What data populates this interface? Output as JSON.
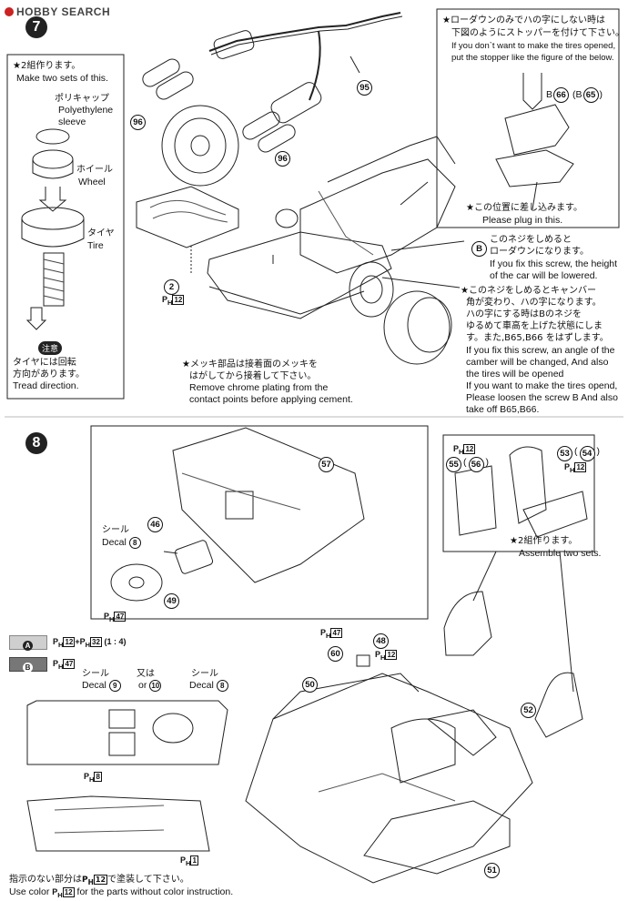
{
  "watermark": {
    "brand": "HOBBY SEARCH"
  },
  "step7": {
    "number": "7",
    "make_two_jp": "★2組作ります。",
    "make_two_en": "Make two sets of this.",
    "poly_jp": "ポリキャップ",
    "poly_en1": "Polyethylene",
    "poly_en2": "sleeve",
    "wheel_jp": "ホイール",
    "wheel_en": "Wheel",
    "tire_jp": "タイヤ",
    "tire_en": "Tire",
    "caution_badge": "注意",
    "tread_jp1": "タイヤには回転",
    "tread_jp2": "方向があります。",
    "tread_en": "Tread direction.",
    "part_96a": "96",
    "part_96b": "96",
    "part_95": "95",
    "part_2": "2",
    "ph_2": "P",
    "ph_2_sub": "H",
    "ph_2_num": "12",
    "chrome_jp1": "★メッキ部品は接着面のメッキを",
    "chrome_jp2": "はがしてから接着して下さい。",
    "chrome_en1": "Remove chrome plating from the",
    "chrome_en2": "contact points before applying cement.",
    "lowdown_jp1": "★ローダウンのみでハの字にしない時は",
    "lowdown_jp2": "下図のようにストッパーを付けて下さい。",
    "lowdown_en1": "If you don`t want to make the tires opened,",
    "lowdown_en2": "put the stopper like the figure of the below.",
    "stopper_label": "B",
    "stopper_66": "66",
    "stopper_paren": "(B",
    "stopper_65": "65",
    "stopper_close": ")",
    "plug_jp": "★この位置に差し込みます。",
    "plug_en": "Please plug in this.",
    "screw_b": "B",
    "screw_jp1": "このネジをしめると",
    "screw_jp2": "ローダウンになります。",
    "screw_en1": "If you fix this screw, the height",
    "screw_en2": "of the car will be lowered.",
    "camber_jp1": "★このネジをしめるとキャンバー",
    "camber_jp2": "角が変わり、ハの字になります。",
    "camber_jp3": "ハの字にする時はBのネジを",
    "camber_jp4": "ゆるめて車高を上げた状態にしま",
    "camber_jp5": "す。また,B65,B66 をはずします。",
    "camber_en1": "If you fix this screw, an angle of the",
    "camber_en2": "camber will be changed, And also",
    "camber_en3": "the tires will be opened",
    "camber_en4": "If you want to make the tires opend,",
    "camber_en5": "Please loosen the screw B And also",
    "camber_en6": "take off B65,B66."
  },
  "step8": {
    "number": "8",
    "part_57": "57",
    "part_46": "46",
    "part_49": "49",
    "decal_jp": "シール",
    "decal_en": "Decal",
    "decal_8": "8",
    "ph47": "47",
    "seat_ph12": "12",
    "seat_55": "55",
    "seat_56": "56",
    "seat_53": "53",
    "seat_54": "54",
    "seat_ph12b": "12",
    "assemble_jp": "★2組作ります。",
    "assemble_en": "Assemble two sets.",
    "part_48": "48",
    "part_60": "60",
    "part_50": "50",
    "part_52": "52",
    "part_51": "51",
    "ph47b": "47",
    "ph12c": "12",
    "legend": {
      "a_label": "A",
      "a_value": "12",
      "a_plus": "+",
      "a_value2": "32",
      "a_ratio": "(1 : 4)",
      "b_label": "B",
      "b_value": "47"
    },
    "decal_left_jp": "シール",
    "decal_left_en": "Decal",
    "decal_left_9": "9",
    "or_jp": "又は",
    "or_en": "or",
    "decal_left_10": "10",
    "decal_right_jp": "シール",
    "decal_right_en": "Decal",
    "decal_right_8": "8",
    "ph8": "8",
    "ph1": "1",
    "note_jp": "指示のない部分は",
    "note_jp_end": "で塗装して下さい。",
    "note_en_start": "Use color",
    "note_en_end": "for the parts without color instruction.",
    "note_ph": "12"
  }
}
